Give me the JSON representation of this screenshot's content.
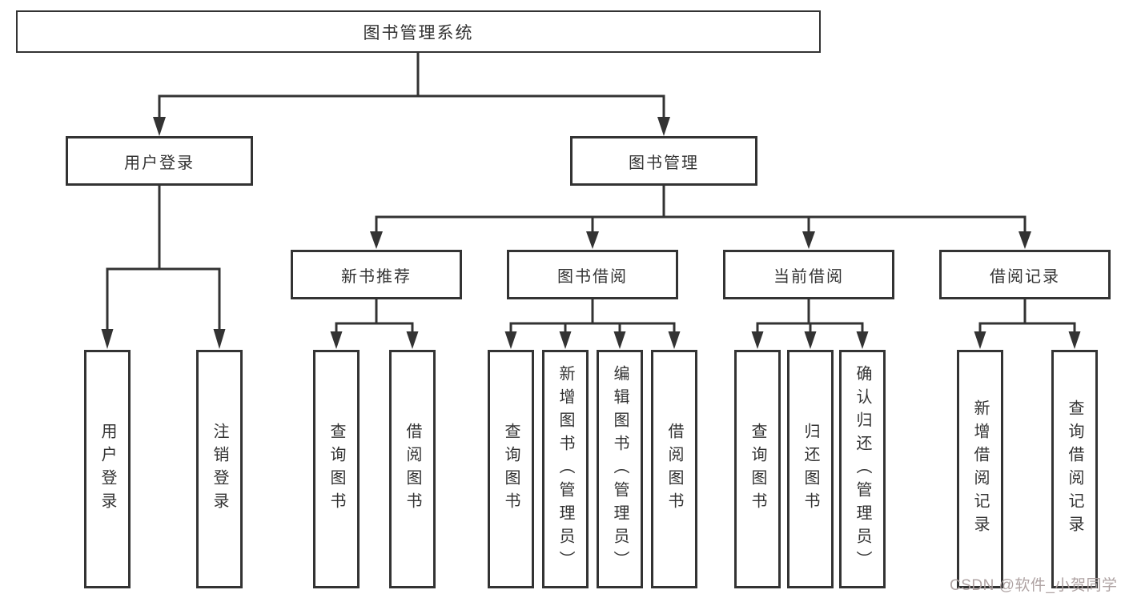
{
  "diagram": {
    "root": {
      "label": "图书管理系统"
    },
    "branches": [
      {
        "label": "用户登录",
        "children": [
          {
            "label": "用户登录"
          },
          {
            "label": "注销登录"
          }
        ]
      },
      {
        "label": "图书管理",
        "children": [
          {
            "label": "新书推荐",
            "children": [
              {
                "label": "查询图书"
              },
              {
                "label": "借阅图书"
              }
            ]
          },
          {
            "label": "图书借阅",
            "children": [
              {
                "label": "查询图书"
              },
              {
                "label": "新增图书（管理员）"
              },
              {
                "label": "编辑图书（管理员）"
              },
              {
                "label": "借阅图书"
              }
            ]
          },
          {
            "label": "当前借阅",
            "children": [
              {
                "label": "查询图书"
              },
              {
                "label": "归还图书"
              },
              {
                "label": "确认归还（管理员）"
              }
            ]
          },
          {
            "label": "借阅记录",
            "children": [
              {
                "label": "新增借阅记录"
              },
              {
                "label": "查询借阅记录"
              }
            ]
          }
        ]
      }
    ]
  },
  "watermark": {
    "text": "CSDN @软件_小贺同学",
    "color": "#ab9f9f"
  },
  "colors": {
    "line": "#333333",
    "text": "#333333",
    "box_background": "#ffffff"
  }
}
